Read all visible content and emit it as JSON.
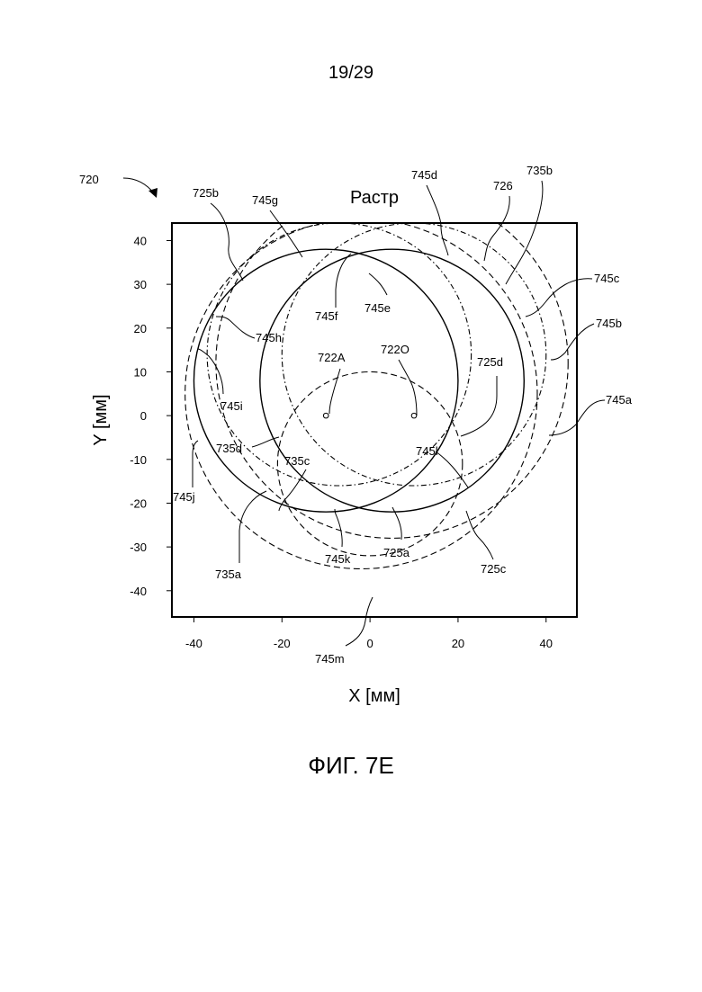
{
  "page_number": "19/29",
  "figure_label": "ФИГ. 7E",
  "figure_ref": "720",
  "plot_title": "Растр",
  "axes": {
    "xlabel": "X [мм]",
    "ylabel": "Y [мм]",
    "xlim": [
      -45,
      47
    ],
    "ylim": [
      -46,
      44
    ],
    "xticks": [
      -40,
      -20,
      0,
      20,
      40
    ],
    "yticks": [
      40,
      30,
      20,
      10,
      0,
      -10,
      -20,
      -30,
      -40
    ],
    "xtick_labels": [
      "-40",
      "-20",
      "0",
      "20",
      "40"
    ],
    "ytick_labels": [
      "40",
      "30",
      "20",
      "10",
      "0",
      "-10",
      "-20",
      "-30",
      "-40"
    ]
  },
  "points": [
    {
      "id": "722A",
      "x": -10,
      "y": 0
    },
    {
      "id": "722O",
      "x": 10,
      "y": 0
    }
  ],
  "reference_labels": [
    "725b",
    "745g",
    "745d",
    "726",
    "735b",
    "745c",
    "745f",
    "745e",
    "745b",
    "745h",
    "722A",
    "722O",
    "725d",
    "745i",
    "745a",
    "735d",
    "745l",
    "735c",
    "745j",
    "735a",
    "745k",
    "725a",
    "725c",
    "745m"
  ],
  "chart_data": {
    "type": "diagram",
    "title": "Растр",
    "xlabel": "X [мм]",
    "ylabel": "Y [мм]",
    "series": [
      {
        "name": "725b",
        "style": "solid",
        "shape": "circle",
        "cx": -10,
        "cy": 8,
        "r": 30
      },
      {
        "name": "725d",
        "style": "solid",
        "shape": "circle",
        "cx": 5,
        "cy": 8,
        "r": 30
      },
      {
        "name": "735b",
        "style": "dash-dot",
        "shape": "circle",
        "cx": 10,
        "cy": 14,
        "r": 30
      },
      {
        "name": "726",
        "style": "dash-dot",
        "shape": "circle",
        "cx": -7,
        "cy": 14,
        "r": 30
      },
      {
        "name": "735c",
        "style": "dashed",
        "shape": "circle",
        "cx": 0,
        "cy": -11,
        "r": 21
      },
      {
        "name": "725c",
        "style": "dashed",
        "shape": "circle",
        "cx": 5,
        "cy": 12,
        "r": 40
      },
      {
        "name": "735a",
        "style": "dashed",
        "shape": "circle",
        "cx": -2,
        "cy": 5,
        "r": 40
      }
    ]
  }
}
